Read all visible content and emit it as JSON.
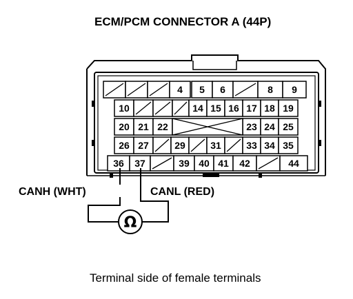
{
  "title": "ECM/PCM CONNECTOR A (44P)",
  "caption": "Terminal side of female terminals",
  "wires": {
    "canh": "CANH (WHT)",
    "canl": "CANL (RED)"
  },
  "ohmmeter_symbol": "Ω",
  "connector": {
    "rows": [
      [
        "",
        "",
        "",
        "4",
        "5",
        "6",
        "",
        "8",
        "9"
      ],
      [
        "10",
        "",
        "",
        "",
        "14",
        "15",
        "16",
        "17",
        "18",
        "19"
      ],
      [
        "20",
        "21",
        "22",
        "",
        "",
        "",
        "",
        "23",
        "24",
        "25"
      ],
      [
        "26",
        "27",
        "",
        "29",
        "",
        "31",
        "",
        "33",
        "34",
        "35"
      ],
      [
        "36",
        "37",
        "",
        "39",
        "40",
        "41",
        "42",
        "",
        "44"
      ]
    ]
  }
}
